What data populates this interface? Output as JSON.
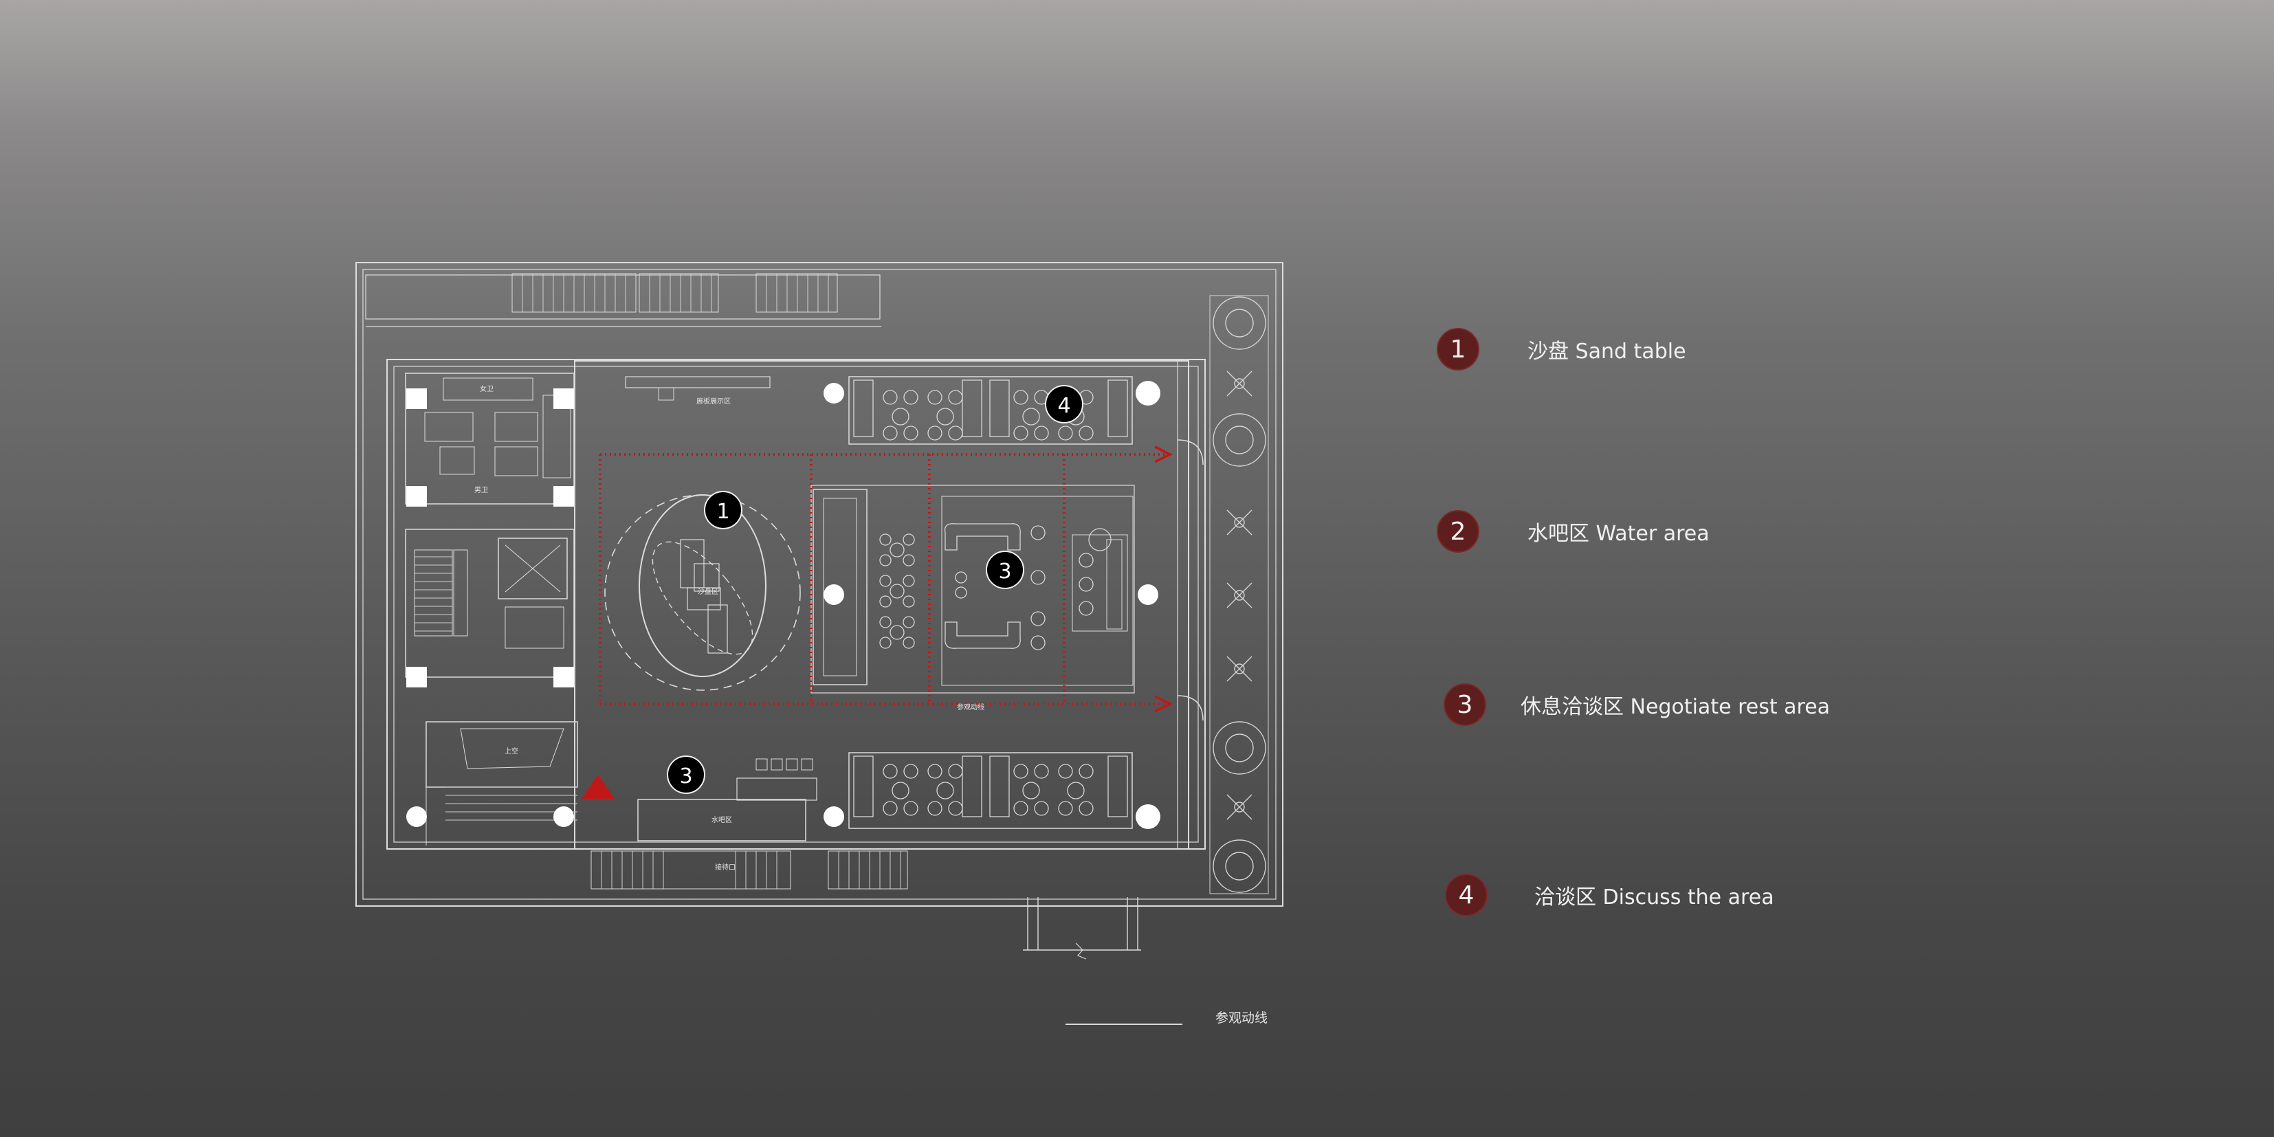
{
  "plan": {
    "markers": [
      {
        "num": "1"
      },
      {
        "num": "3"
      },
      {
        "num": "3"
      },
      {
        "num": "4"
      }
    ],
    "room_labels": {
      "top_area": "展板展示区",
      "sand_table": "沙盘区",
      "water_bar": "水吧区",
      "upper_room": "上空",
      "restroom_top": "女卫",
      "restroom_bottom": "男卫",
      "corridor": "参观动线",
      "entrance": "接待口"
    },
    "colors": {
      "line": "#e0e0e0",
      "route": "#c01818",
      "marker_bg": "#000000",
      "legend_badge": "#5e1e1e"
    }
  },
  "legend": {
    "items": [
      {
        "num": "1",
        "label": "沙盘 Sand table"
      },
      {
        "num": "2",
        "label": "水吧区 Water area"
      },
      {
        "num": "3",
        "label": "休息洽谈区 Negotiate rest area"
      },
      {
        "num": "4",
        "label": "洽谈区 Discuss the area"
      }
    ],
    "route_label": "参观动线"
  }
}
